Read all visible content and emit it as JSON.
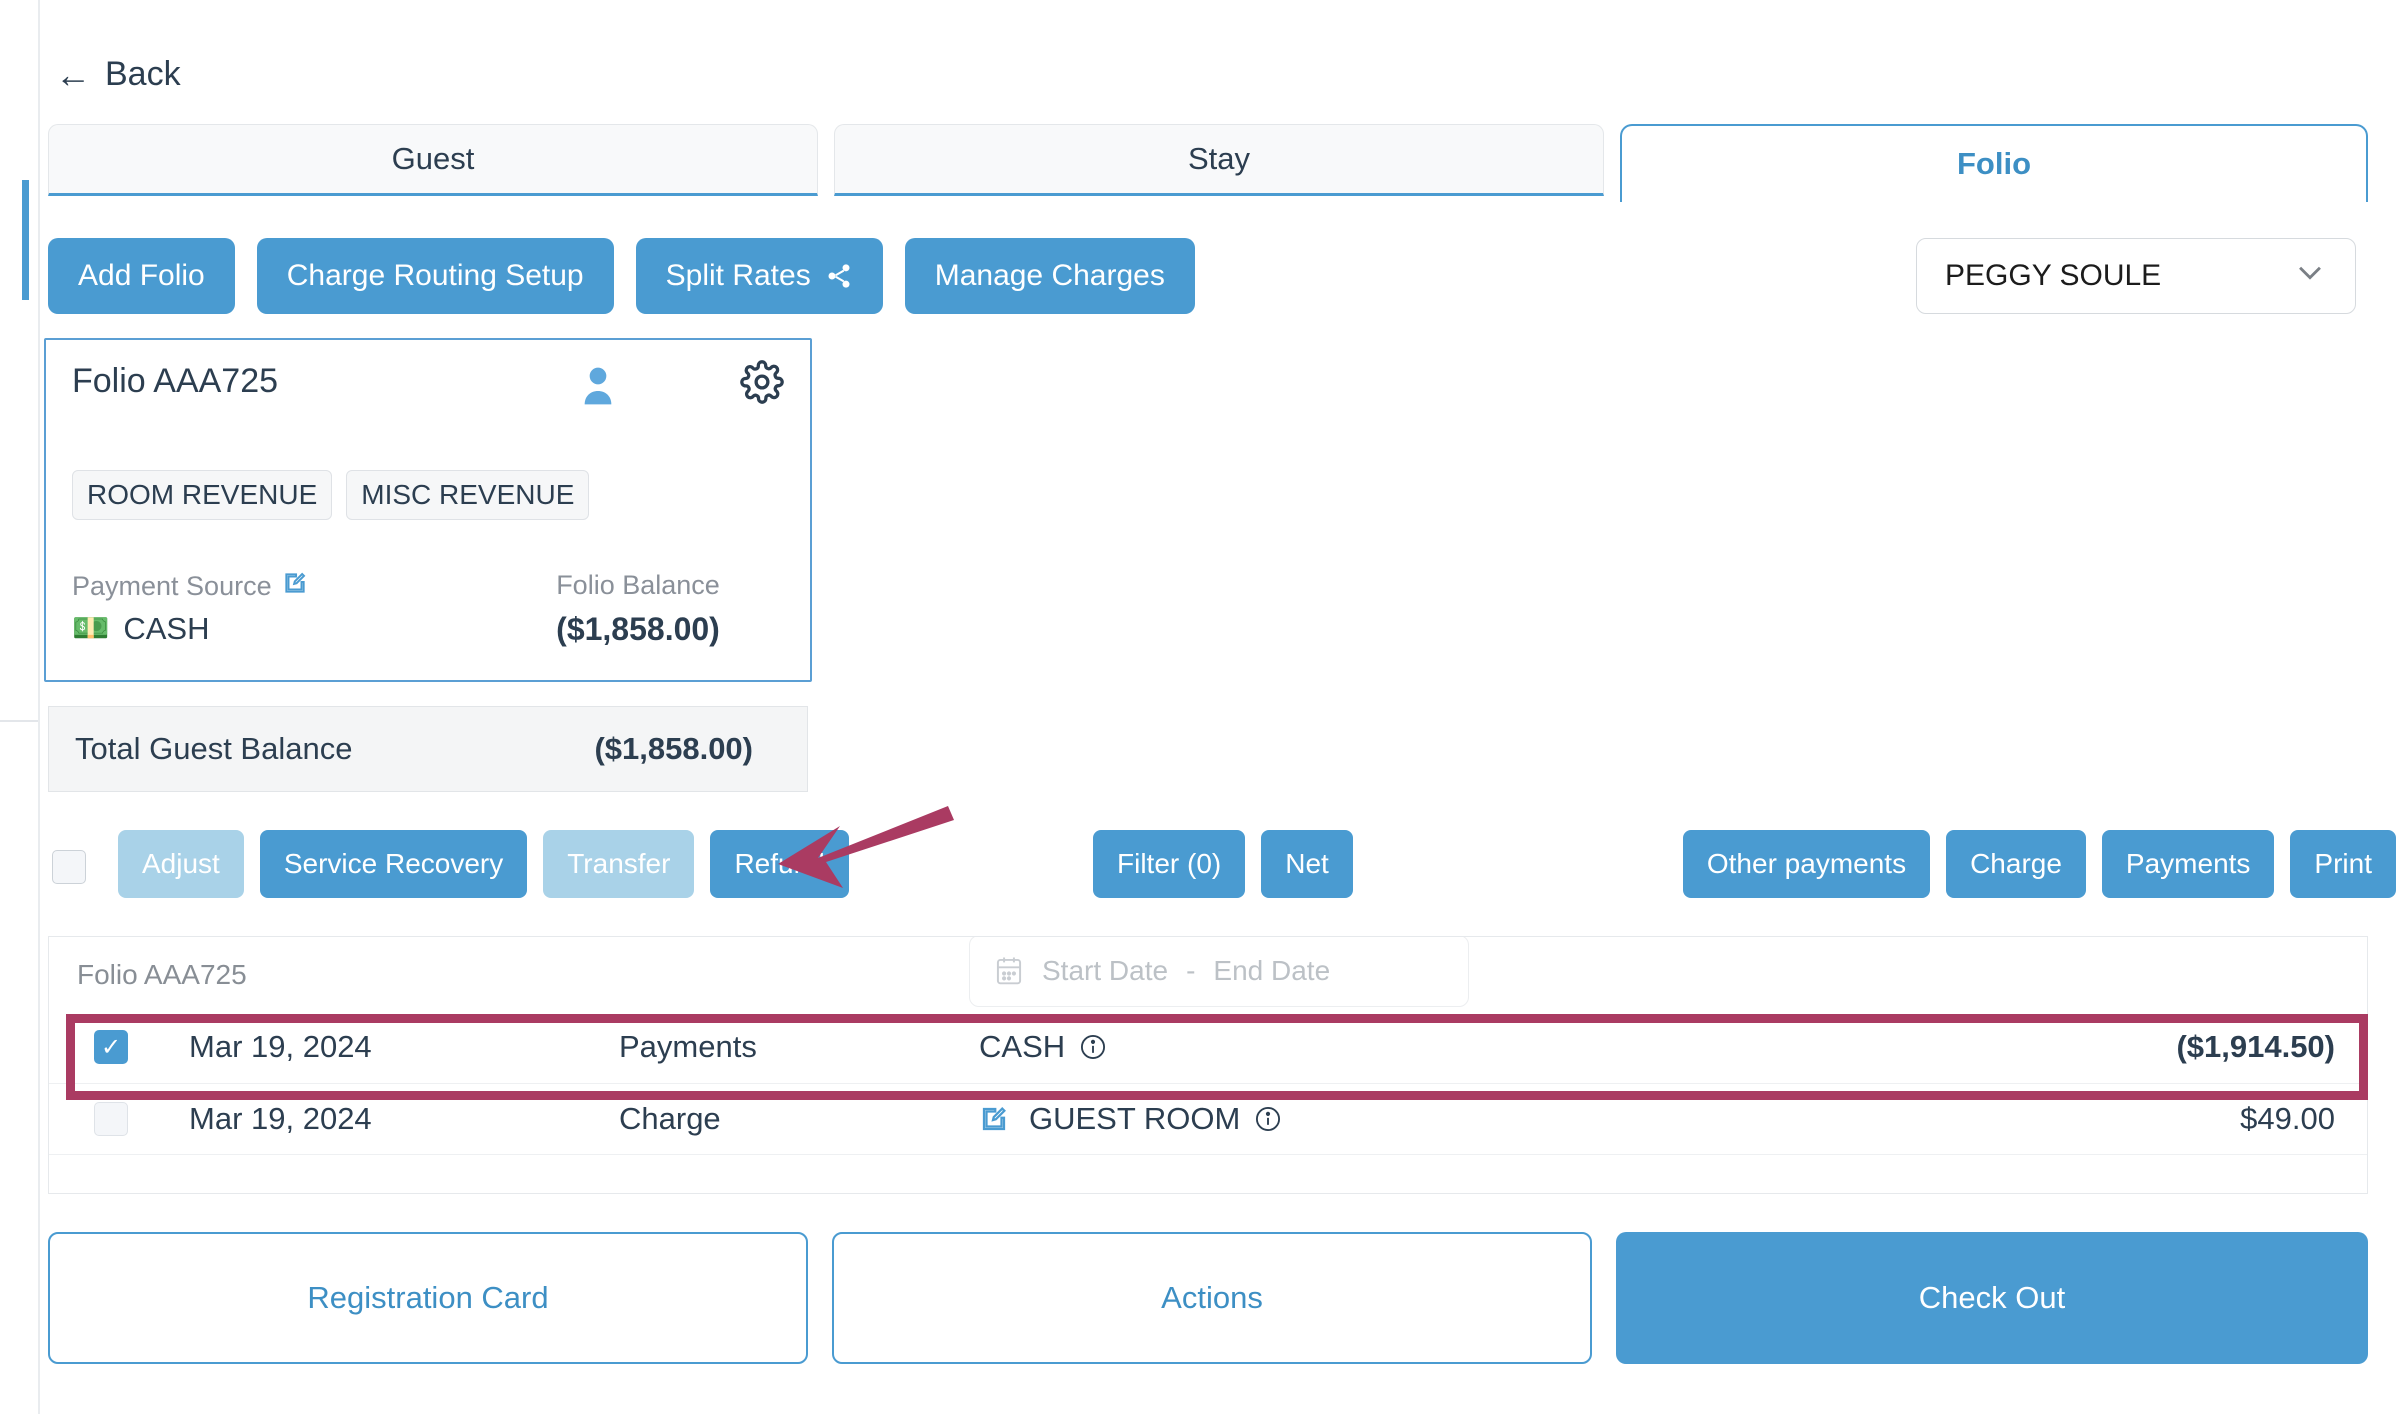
{
  "nav": {
    "back_label": "Back",
    "back_icon": "arrow-left-icon"
  },
  "tabs": [
    {
      "label": "Guest",
      "active": false
    },
    {
      "label": "Stay",
      "active": false
    },
    {
      "label": "Folio",
      "active": true
    }
  ],
  "toolbar_top": {
    "buttons": [
      {
        "label": "Add Folio",
        "icon": null
      },
      {
        "label": "Charge Routing Setup",
        "icon": null
      },
      {
        "label": "Split Rates",
        "icon": "share-icon"
      },
      {
        "label": "Manage Charges",
        "icon": null
      }
    ],
    "guest_select": {
      "value": "PEGGY SOULE",
      "icon": "chevron-down-icon"
    }
  },
  "folio_card": {
    "title": "Folio AAA725",
    "person_icon": "person-icon",
    "gear_icon": "gear-icon",
    "chips": [
      "ROOM REVENUE",
      "MISC REVENUE"
    ],
    "payment_source_label": "Payment Source",
    "payment_source_edit_icon": "edit-square-icon",
    "payment_source_value": "CASH",
    "payment_source_value_icon": "money-banknote-icon",
    "folio_balance_label": "Folio Balance",
    "folio_balance_value": "($1,858.00)"
  },
  "total_balance": {
    "label": "Total Guest Balance",
    "value": "($1,858.00)"
  },
  "action_toolbar": {
    "select_all_checkbox": "unchecked",
    "left_buttons": [
      {
        "label": "Adjust",
        "state": "disabled"
      },
      {
        "label": "Service Recovery",
        "state": "enabled"
      },
      {
        "label": "Transfer",
        "state": "disabled"
      },
      {
        "label": "Refund",
        "state": "enabled"
      }
    ],
    "middle_buttons": [
      {
        "label": "Filter (0)",
        "state": "enabled"
      },
      {
        "label": "Net",
        "state": "enabled"
      }
    ],
    "right_buttons": [
      {
        "label": "Other payments",
        "state": "enabled"
      },
      {
        "label": "Charge",
        "state": "enabled"
      },
      {
        "label": "Payments",
        "state": "enabled"
      },
      {
        "label": "Print",
        "state": "enabled"
      }
    ]
  },
  "table": {
    "panel_title": "Folio AAA725",
    "date_filter": {
      "calendar_icon": "calendar-icon",
      "start_placeholder": "Start Date",
      "separator": "-",
      "end_placeholder": "End Date"
    },
    "rows": [
      {
        "checked": true,
        "date": "Mar 19, 2024",
        "type": "Payments",
        "source": "CASH",
        "source_has_edit_icon": false,
        "info_icon": "info-circle-icon",
        "amount": "($1,914.50)",
        "highlighted": true
      },
      {
        "checked": false,
        "date": "Mar 19, 2024",
        "type": "Charge",
        "source": "GUEST ROOM",
        "source_has_edit_icon": true,
        "info_icon": "info-circle-icon",
        "amount": "$49.00",
        "highlighted": false
      }
    ]
  },
  "bottom_buttons": [
    {
      "label": "Registration Card",
      "style": "outline"
    },
    {
      "label": "Actions",
      "style": "outline"
    },
    {
      "label": "Check Out",
      "style": "solid"
    }
  ],
  "annotation": {
    "arrow_color": "#aa3b62",
    "highlight_color": "#aa3b62"
  }
}
